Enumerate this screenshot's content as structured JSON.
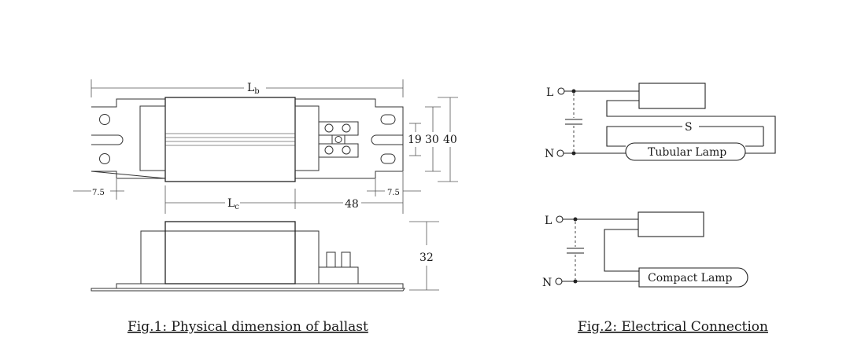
{
  "fig1": {
    "caption": "Fig.1:  Physical dimension of ballast",
    "lb_main": "L",
    "lb_sub": "b",
    "lc_main": "L",
    "lc_sub": "c",
    "dim_48": "48",
    "dim_7_5_left": "7.5",
    "dim_7_5_right": "7.5",
    "dim_19": "19",
    "dim_30": "30",
    "dim_40": "40",
    "dim_32": "32"
  },
  "fig2": {
    "caption": "Fig.2: Electrical Connection",
    "top": {
      "L": "L",
      "N": "N",
      "S": "S",
      "lamp": "Tubular Lamp"
    },
    "bottom": {
      "L": "L",
      "N": "N",
      "lamp": "Compact Lamp"
    }
  }
}
